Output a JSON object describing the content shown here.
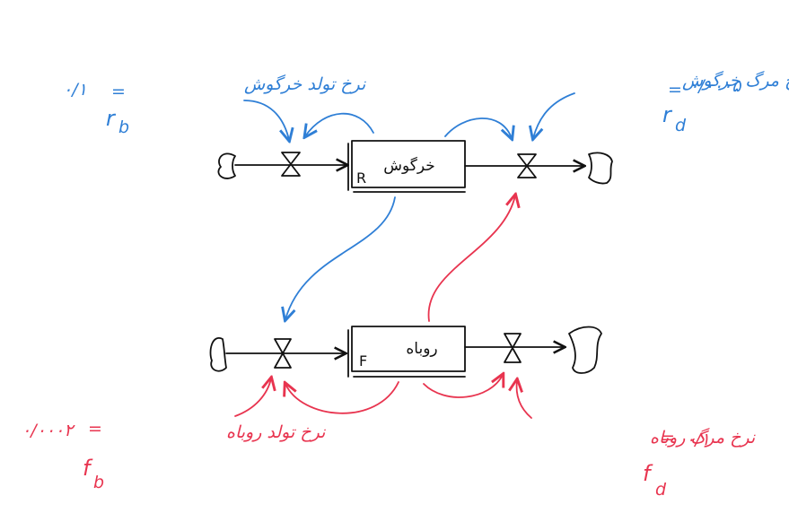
{
  "stocks": {
    "rabbit": {
      "label": "خرگوش",
      "symbol": "R"
    },
    "fox": {
      "label": "روباه",
      "symbol": "F"
    }
  },
  "rates": {
    "rabbit_birth": {
      "label": "نرخ تولد خرگوش",
      "equals": "=",
      "value": "۰/۱",
      "symbol": "r",
      "subscript": "b"
    },
    "rabbit_death": {
      "label": "نرخ مرگ خرگوش",
      "equals": "=",
      "value": "۰/۰۰۰۵",
      "symbol": "r",
      "subscript": "d"
    },
    "fox_birth": {
      "label": "نرخ تولد روباه",
      "equals": "=",
      "value": "۰/۰۰۰۲",
      "symbol": "f",
      "subscript": "b"
    },
    "fox_death": {
      "label": "نرخ مرگ روباه",
      "equals": "=",
      "value": "۰/۱",
      "symbol": "f",
      "subscript": "d"
    }
  },
  "colors": {
    "ink": "#111111",
    "rabbit_annotations": "#2f7fd6",
    "fox_annotations": "#e8344f"
  }
}
